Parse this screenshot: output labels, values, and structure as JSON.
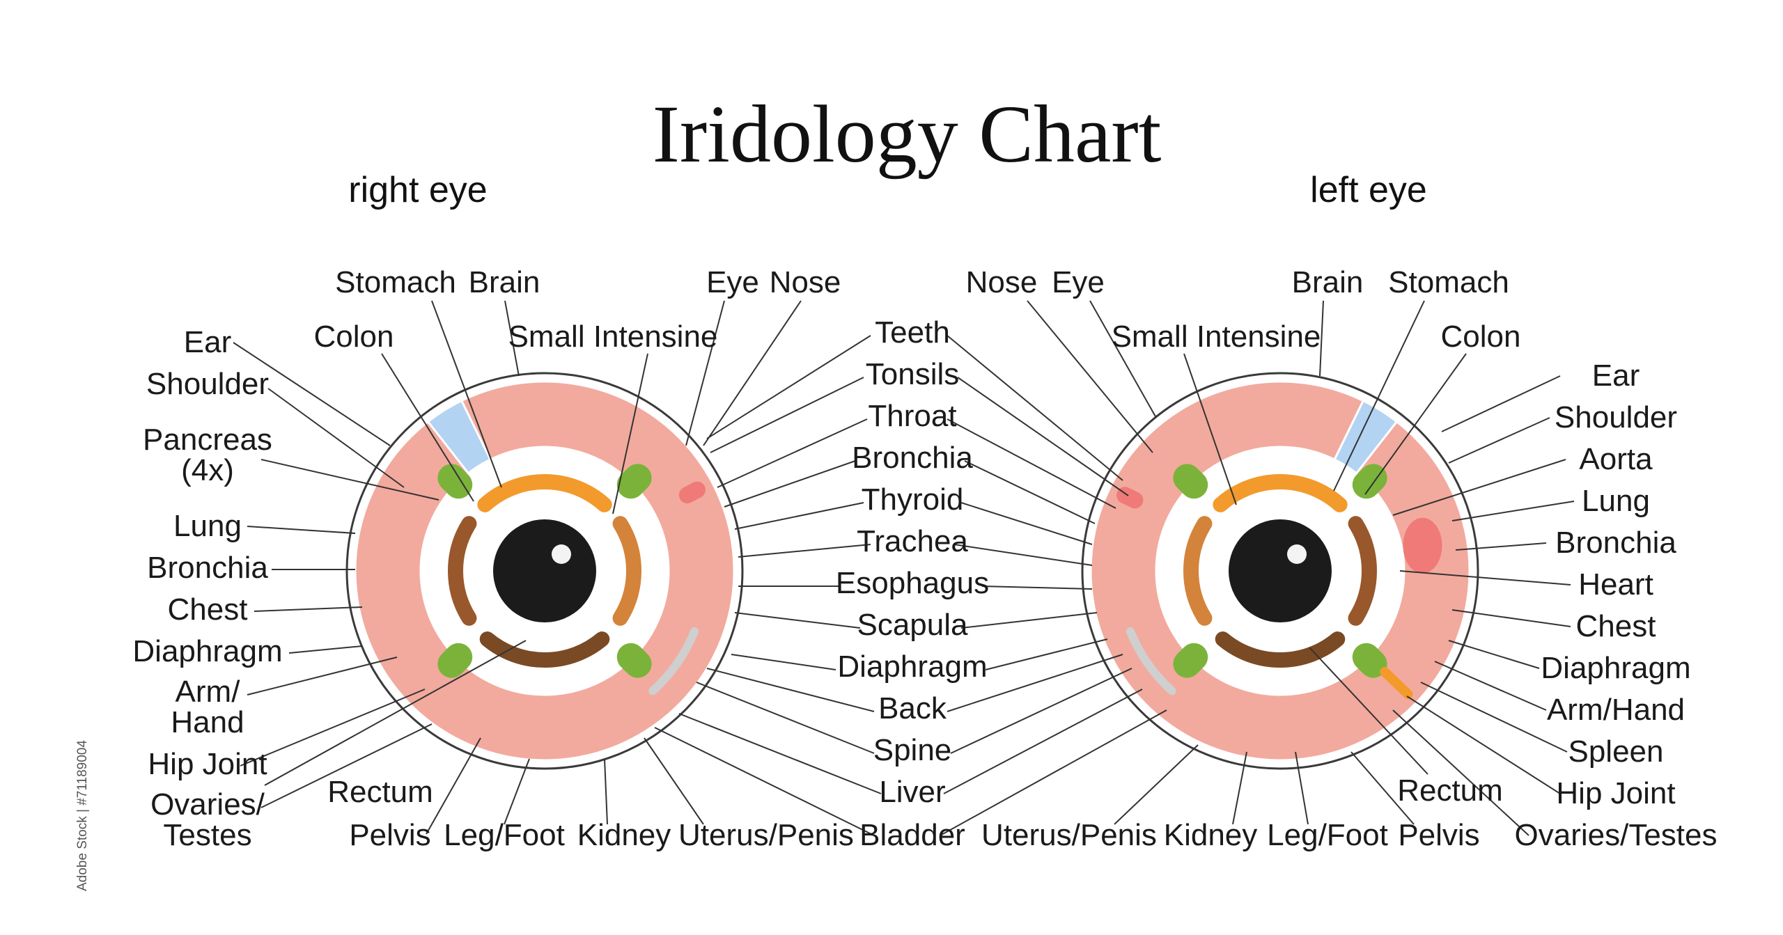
{
  "title": "Iridology Chart",
  "credit": "Adobe Stock | #71189004",
  "eyes": [
    {
      "label": "right eye",
      "labels": [
        {
          "text": "Stomach"
        },
        {
          "text": "Brain"
        },
        {
          "text": "Eye"
        },
        {
          "text": "Nose"
        },
        {
          "text": "Ear"
        },
        {
          "text": "Colon"
        },
        {
          "text": "Small Intensine"
        },
        {
          "text": "Shoulder"
        },
        {
          "text": "Pancreas"
        },
        {
          "text": "(4x)"
        },
        {
          "text": "Lung"
        },
        {
          "text": "Bronchia"
        },
        {
          "text": "Chest"
        },
        {
          "text": "Diaphragm"
        },
        {
          "text": "Arm/"
        },
        {
          "text": "Hand"
        },
        {
          "text": "Hip Joint"
        },
        {
          "text": "Ovaries/"
        },
        {
          "text": "Testes"
        },
        {
          "text": "Rectum"
        },
        {
          "text": "Pelvis"
        },
        {
          "text": "Leg/Foot"
        },
        {
          "text": "Kidney"
        },
        {
          "text": "Uterus/Penis"
        }
      ]
    },
    {
      "label": "left eye",
      "labels": [
        {
          "text": "Nose"
        },
        {
          "text": "Eye"
        },
        {
          "text": "Brain"
        },
        {
          "text": "Stomach"
        },
        {
          "text": "Small Intensine"
        },
        {
          "text": "Colon"
        },
        {
          "text": "Ear"
        },
        {
          "text": "Shoulder"
        },
        {
          "text": "Aorta"
        },
        {
          "text": "Lung"
        },
        {
          "text": "Bronchia"
        },
        {
          "text": "Heart"
        },
        {
          "text": "Chest"
        },
        {
          "text": "Diaphragm"
        },
        {
          "text": "Arm/Hand"
        },
        {
          "text": "Spleen"
        },
        {
          "text": "Hip Joint"
        },
        {
          "text": "Ovaries/Testes"
        },
        {
          "text": "Rectum"
        },
        {
          "text": "Pelvis"
        },
        {
          "text": "Leg/Foot"
        },
        {
          "text": "Kidney"
        },
        {
          "text": "Uterus/Penis"
        }
      ]
    }
  ],
  "center_labels": [
    {
      "text": "Teeth"
    },
    {
      "text": "Tonsils"
    },
    {
      "text": "Throat"
    },
    {
      "text": "Bronchia"
    },
    {
      "text": "Thyroid"
    },
    {
      "text": "Trachea"
    },
    {
      "text": "Esophagus"
    },
    {
      "text": "Scapula"
    },
    {
      "text": "Diaphragm"
    },
    {
      "text": "Back"
    },
    {
      "text": "Spine"
    },
    {
      "text": "Liver"
    },
    {
      "text": "Bladder"
    }
  ],
  "colors": {
    "gray": "#d6d6d6",
    "salmon": "#f2aa9e",
    "blue_mid": "#8cb8e6",
    "blue_bright": "#4fb3ec",
    "blue_light": "#b3d3f2",
    "blue_pale": "#cfe7f7",
    "blue_steel": "#4f7fbf",
    "pink": "#f4aacb",
    "yellow": "#fbe85a",
    "yellow_pale": "#f8f4aa",
    "teal": "#52b394",
    "orange_yellow": "#f3c445",
    "orange": "#f39a2c",
    "brown": "#98582c",
    "brown_dark": "#7a4a24",
    "green": "#7bb33a",
    "red_soft": "#f07a78",
    "pupil": "#1b1b1b"
  }
}
